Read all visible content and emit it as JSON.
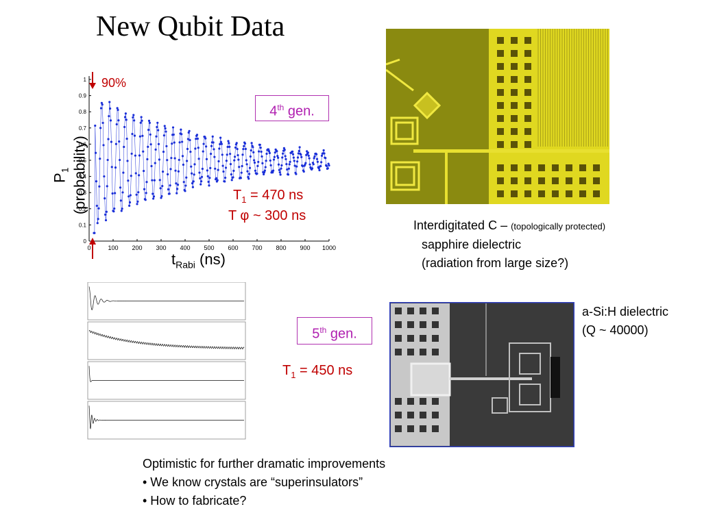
{
  "slide": {
    "title": "New Qubit Data"
  },
  "rabi_plot": {
    "annotation_90": "90%",
    "gen_label_num": "4",
    "gen_label_sup": "th",
    "gen_label_rest": " gen.",
    "t1_label": "T",
    "t1_sub": "1",
    "t1_value": " = 470 ns",
    "tphi_label": "T ",
    "tphi_sym": "φ",
    "tphi_value": " ~ 300 ns",
    "ylabel_main": "P",
    "ylabel_sub": "1",
    "ylabel_paren": "(probability)",
    "xlabel_main": "t",
    "xlabel_sub": "Rabi",
    "xlabel_unit": " (ns)"
  },
  "chart_data": {
    "type": "scatter",
    "xlabel": "t_Rabi (ns)",
    "ylabel": "P_1 (probability)",
    "xlim": [
      0,
      1000
    ],
    "ylim": [
      0,
      1
    ],
    "x_ticks": [
      "0",
      "100",
      "200",
      "300",
      "400",
      "500",
      "600",
      "700",
      "800",
      "900",
      "1000"
    ],
    "y_ticks": [
      "0",
      "0.1",
      "0.2",
      "0.3",
      "0.4",
      "0.5",
      "0.6",
      "0.7",
      "0.8",
      "0.9",
      "1"
    ],
    "series": [
      {
        "model": "damped_rabi_oscillation",
        "color": "#1a2fd8",
        "start_x": 20,
        "end_x": 1000,
        "period_ns": 33,
        "initial_amplitude": 0.9,
        "asymptote": 0.5,
        "decay_ns": 470
      }
    ],
    "annotations": [
      "90%",
      "4th gen.",
      "T1 = 470 ns",
      "T φ ~ 300 ns"
    ]
  },
  "photo_4th": {
    "caption_line1": "Interdigitated C – ",
    "caption_small": "(topologically protected)",
    "caption_line2": "sapphire dielectric",
    "caption_line3": "(radiation from large size?)"
  },
  "gen5": {
    "gen_label_num": "5",
    "gen_label_sup": "th",
    "gen_label_rest": " gen.",
    "t1_label": "T",
    "t1_sub": "1",
    "t1_value": " = 450 ns"
  },
  "photo_5th": {
    "caption_line1": "a-Si:H dielectric",
    "caption_line2": "(Q ~ 40000)"
  },
  "footer": {
    "line1": "Optimistic for further dramatic improvements",
    "line2": "• We know crystals are “superinsulators”",
    "line3": "• How to fabricate?"
  }
}
